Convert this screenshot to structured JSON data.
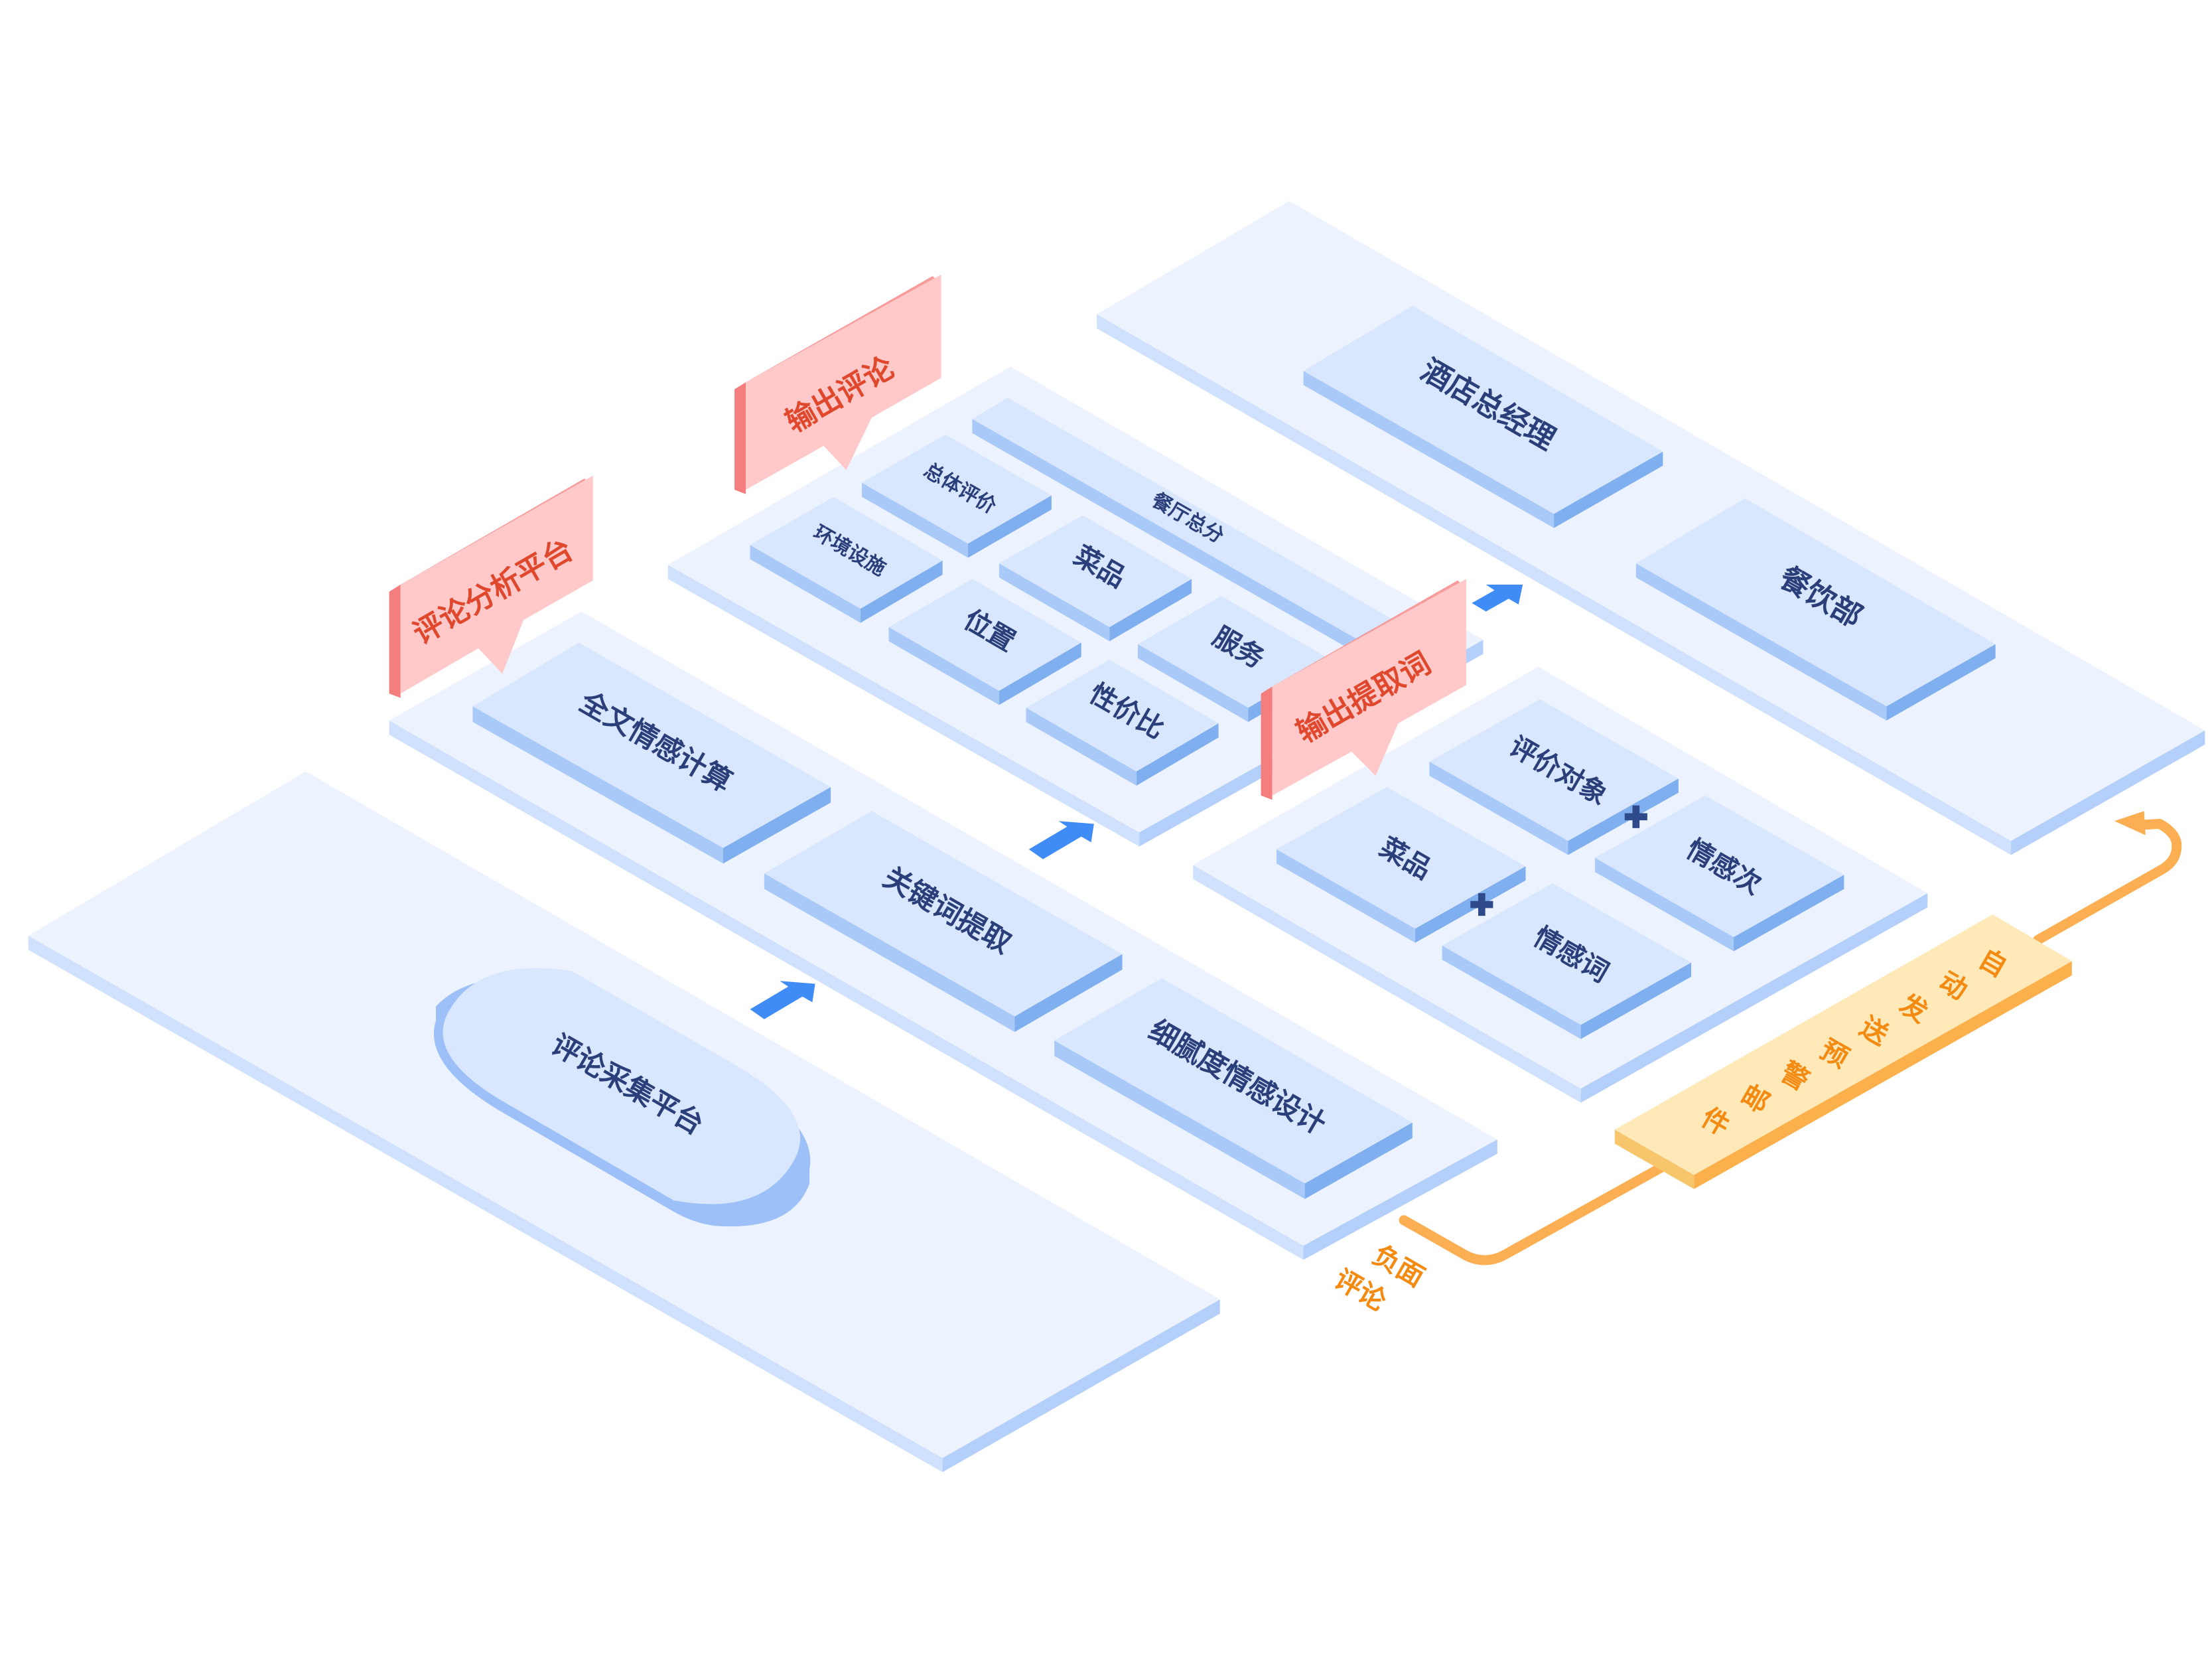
{
  "platforms": {
    "collection": "评论采集平台",
    "analysis": "评论分析平台"
  },
  "analysis_modules": {
    "full_text": "全文情感计算",
    "keyword": "关键词提取",
    "fine_grained": "细腻度情感设计"
  },
  "output_review": {
    "tag": "输出评论",
    "overall": "总体评价",
    "restaurant_score": "餐厅总分",
    "environment": "环境设施",
    "dishes": "菜品",
    "location": "位置",
    "service": "服务",
    "value": "性价比"
  },
  "output_keywords": {
    "tag": "输出提取词",
    "object": "评价对象",
    "dishes": "菜品",
    "sentiment_a": "情感次",
    "sentiment_b": "情感词"
  },
  "recipients": {
    "gm": "酒店总经理",
    "fnb": "餐饮部"
  },
  "alert": {
    "negative": [
      "负面",
      "评论"
    ],
    "email": [
      "自",
      "动",
      "发",
      "送",
      "预",
      "警",
      "邮",
      "件"
    ]
  },
  "colors": {
    "slab_top": "#ecf3ff",
    "slab_side": "#b9d4fb",
    "box_top": "#d8e7fd",
    "box_side": "#8fb8f6",
    "text": "#2a3f79",
    "arrow_blue": "#3f8cf6",
    "tag_face": "#ffc9c9",
    "tag_side": "#f47d7d",
    "tag_text": "#e0482e",
    "orange": "#fcae52",
    "orange_text": "#f38a12",
    "alert_face": "#ffe9b8"
  }
}
